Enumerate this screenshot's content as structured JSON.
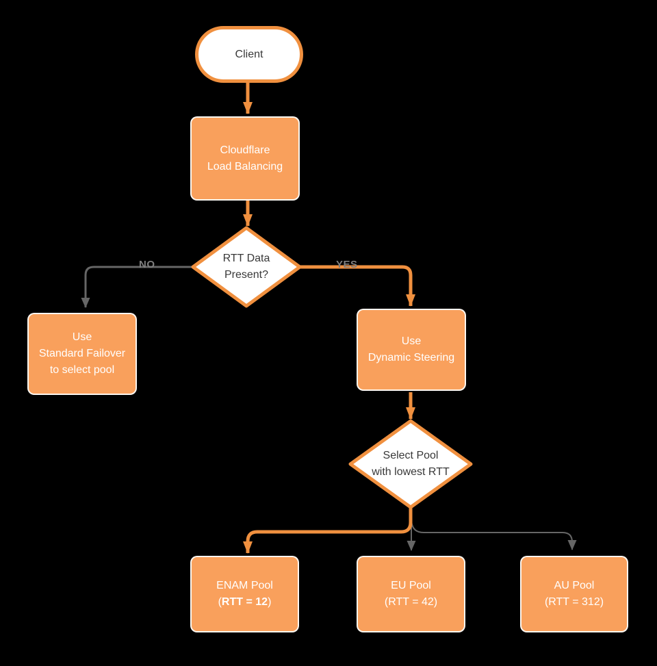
{
  "palette": {
    "background": "#000000",
    "orange_fill": "#F9A05C",
    "orange_stroke": "#F0903F",
    "gray_line": "#666666",
    "edge_label_gray": "#7F7F7F",
    "node_text_light": "#FFFFFF",
    "node_text_dark": "#383838"
  },
  "nodes": {
    "client": {
      "label": "Client"
    },
    "load_balancer": {
      "label": "Cloudflare\nLoad Balancing"
    },
    "rtt_decision": {
      "label": "RTT Data\nPresent?"
    },
    "standard_failover": {
      "label": "Use\nStandard Failover\nto select pool"
    },
    "dynamic_steering": {
      "label": "Use\nDynamic Steering"
    },
    "select_pool": {
      "label": "Select Pool\nwith lowest RTT"
    },
    "enam_pool": {
      "line1": "ENAM Pool",
      "paren_open": "(",
      "rtt_bold": "RTT = 12",
      "paren_close": ")"
    },
    "eu_pool": {
      "label": "EU Pool\n(RTT = 42)"
    },
    "au_pool": {
      "label": "AU Pool\n(RTT = 312)"
    }
  },
  "edges": {
    "no_label": "NO",
    "yes_label": "YES"
  }
}
